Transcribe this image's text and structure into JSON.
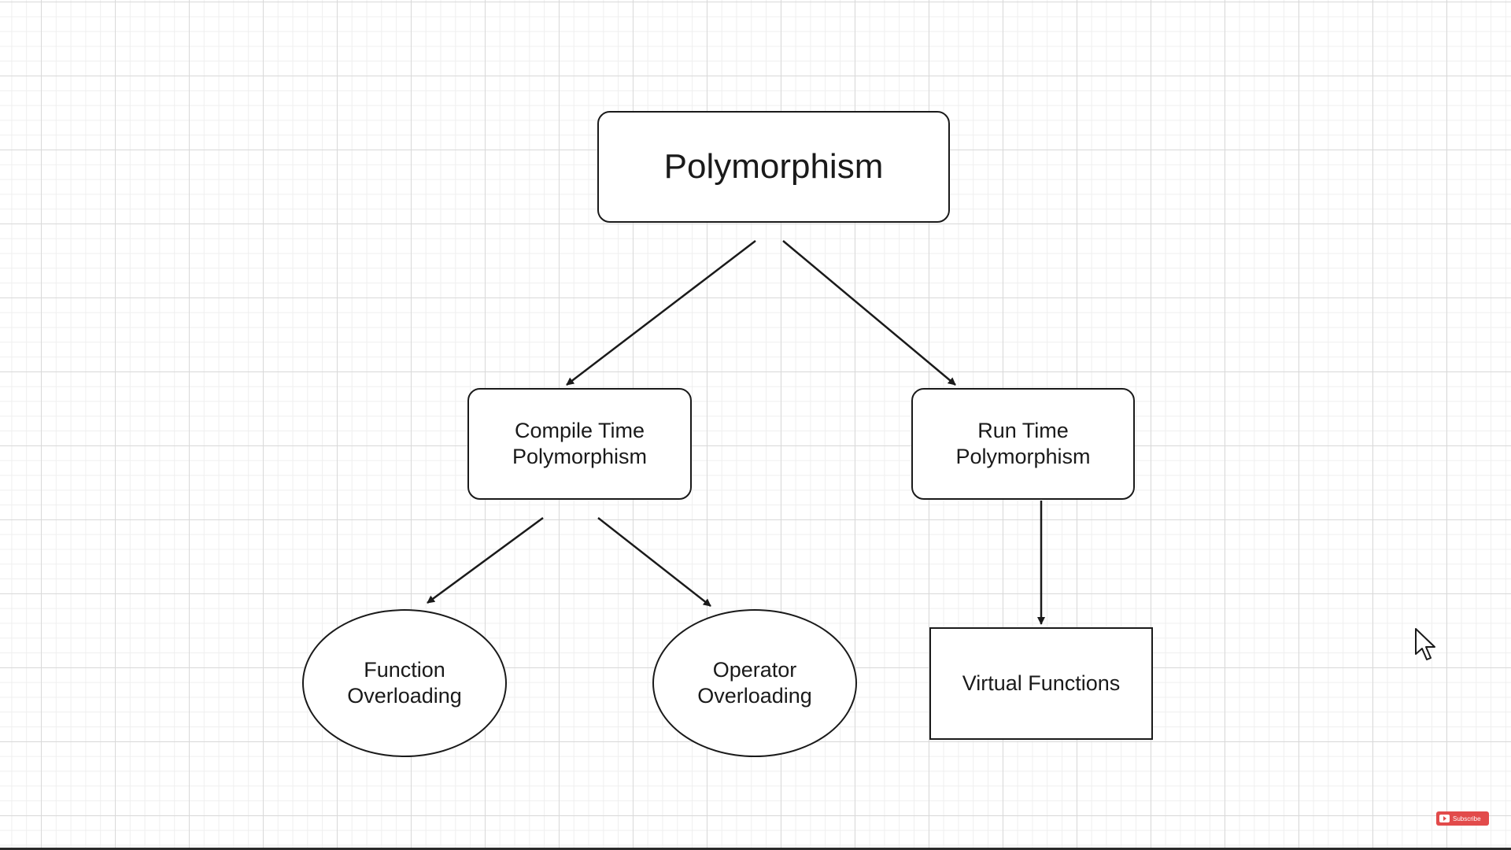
{
  "diagram": {
    "nodes": {
      "root": {
        "label": "Polymorphism"
      },
      "compile": {
        "label": "Compile Time\nPolymorphism"
      },
      "runtime": {
        "label": "Run Time\nPolymorphism"
      },
      "func": {
        "label": "Function\nOverloading"
      },
      "op": {
        "label": "Operator\nOverloading"
      },
      "virtual": {
        "label": "Virtual Functions"
      }
    },
    "edges": [
      {
        "from": "root",
        "to": "compile"
      },
      {
        "from": "root",
        "to": "runtime"
      },
      {
        "from": "compile",
        "to": "func"
      },
      {
        "from": "compile",
        "to": "op"
      },
      {
        "from": "runtime",
        "to": "virtual"
      }
    ]
  },
  "overlay": {
    "subscribe_label": "Subscribe",
    "subscribe_color": "#e24b4b"
  },
  "colors": {
    "stroke": "#1a1a1a",
    "grid_major": "#d9d9d9",
    "grid_minor": "#efefef",
    "background": "#ffffff"
  }
}
